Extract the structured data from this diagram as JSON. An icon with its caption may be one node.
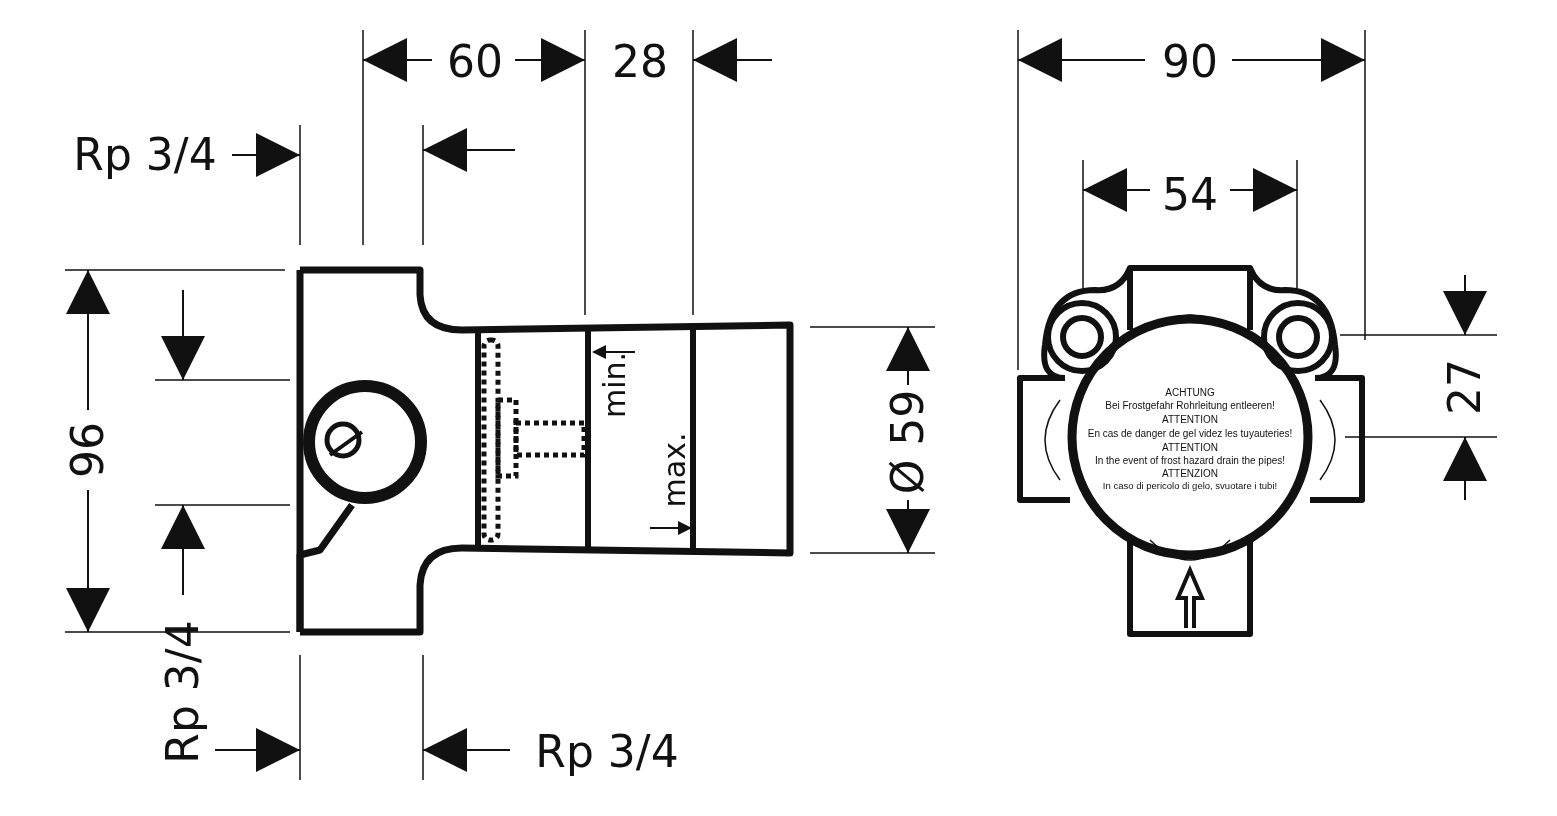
{
  "diagram": {
    "labels": [
      "60",
      "28",
      "90",
      "Rp 3/4",
      "54",
      "96",
      "Ø 59",
      "27",
      "min.",
      "max.",
      "ACHTUNG",
      "Bei Frostgefahr Rohrleitung entleeren!",
      "ATTENTION",
      "En cas de danger de gel videz les tuyauteries!",
      "ATTENTION",
      "In the event of frost hazard drain the pipes!",
      "ATTENZION",
      "In caso di pericolo di gelo, svuotare i tubi!",
      "Rp 3/4",
      "Rp 3/4"
    ]
  }
}
